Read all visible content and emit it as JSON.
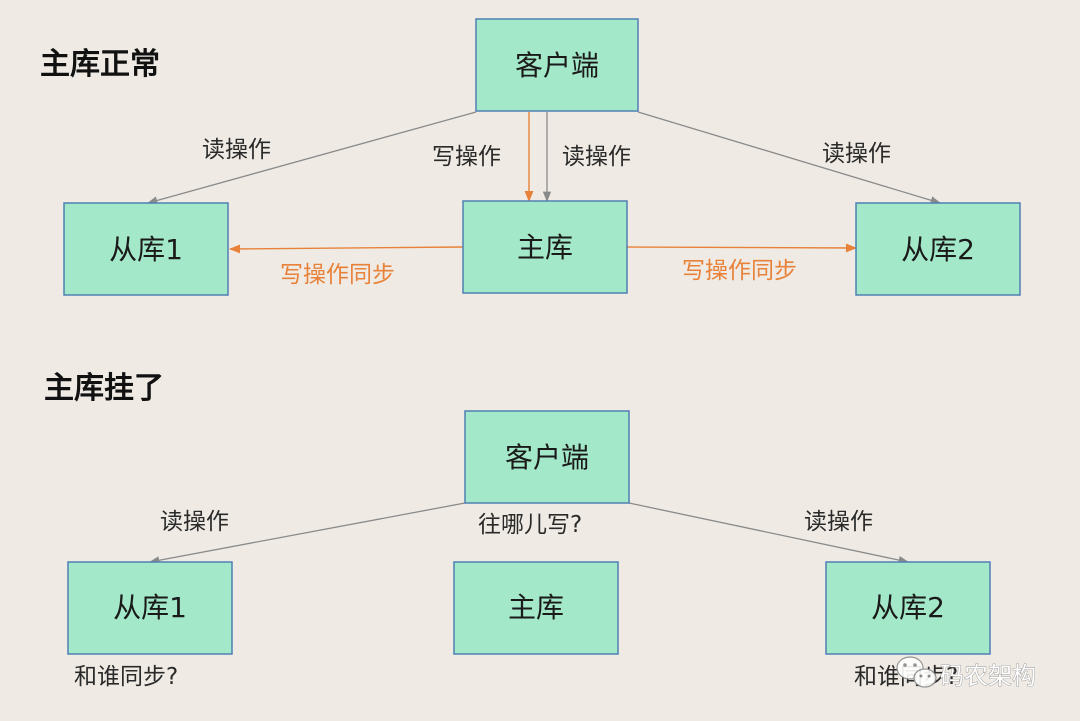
{
  "sections": {
    "normal": {
      "title": "主库正常",
      "client": "客户端",
      "master": "主库",
      "slave1": "从库1",
      "slave2": "从库2",
      "read_left": "读操作",
      "write_center": "写操作",
      "read_center": "读操作",
      "read_right": "读操作",
      "sync_left": "写操作同步",
      "sync_right": "写操作同步"
    },
    "failed": {
      "title": "主库挂了",
      "client": "客户端",
      "master": "主库",
      "slave1": "从库1",
      "slave2": "从库2",
      "read_left": "读操作",
      "read_right": "读操作",
      "where_write": "往哪儿写?",
      "sync_left_question": "和谁同步?",
      "sync_right_question": "和谁同步?"
    }
  },
  "watermark": {
    "text": "码农架构",
    "icon": "wechat-icon"
  },
  "colors": {
    "background": "#efebe4",
    "box_fill": "#a3e8c8",
    "box_border": "#4f7fb4",
    "gray_edge": "#8a8a8a",
    "orange_edge": "#e8823a"
  }
}
